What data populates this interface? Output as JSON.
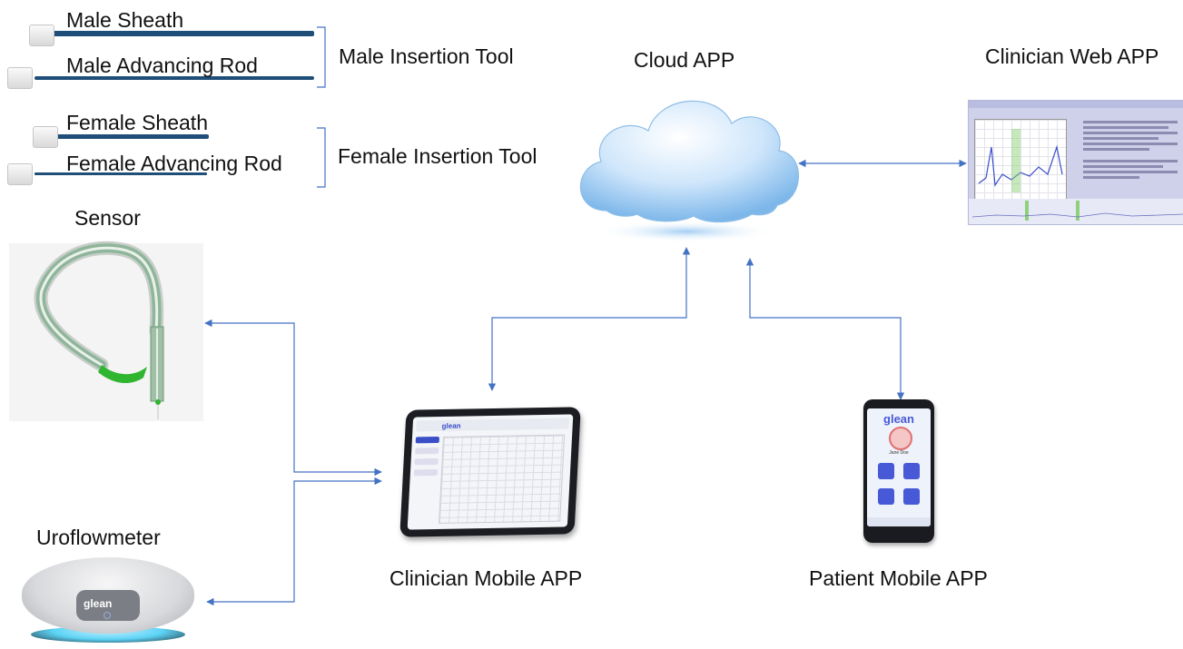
{
  "labels": {
    "male_sheath": "Male Sheath",
    "male_advancing_rod": "Male Advancing Rod",
    "male_insertion_tool": "Male Insertion Tool",
    "female_sheath": "Female Sheath",
    "female_advancing_rod": "Female Advancing Rod",
    "female_insertion_tool": "Female Insertion Tool",
    "sensor": "Sensor",
    "uroflowmeter": "Uroflowmeter",
    "cloud_app": "Cloud APP",
    "clinician_web_app": "Clinician Web APP",
    "clinician_mobile_app": "Clinician Mobile APP",
    "patient_mobile_app": "Patient Mobile APP"
  },
  "device_text": {
    "phone_brand": "glean",
    "phone_user": "Jane Doe",
    "uroflowmeter_brand": "glean"
  },
  "colors": {
    "arrow": "#4472c4",
    "rod": "#1f4e79",
    "bracket": "#4472c4",
    "sensor_green": "#2fb52f"
  }
}
